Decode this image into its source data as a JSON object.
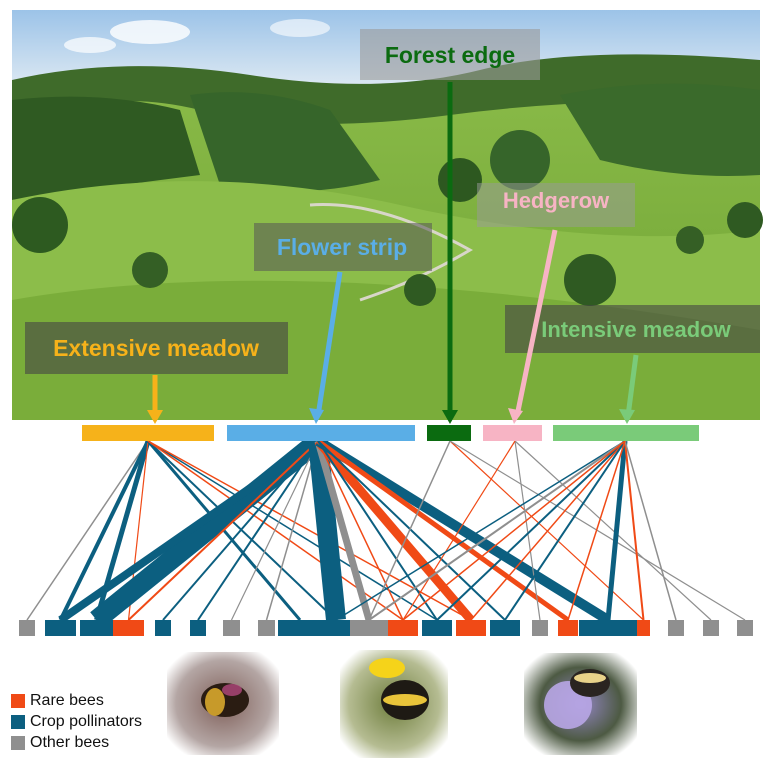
{
  "habitats": [
    {
      "id": "extensive",
      "label": "Extensive meadow",
      "color": "#f6b21a"
    },
    {
      "id": "flower",
      "label": "Flower strip",
      "color": "#5aaee6"
    },
    {
      "id": "forest",
      "label": "Forest edge",
      "color": "#0b6b10"
    },
    {
      "id": "hedge",
      "label": "Hedgerow",
      "color": "#f7b4c4"
    },
    {
      "id": "intensive",
      "label": "Intensive meadow",
      "color": "#7acb79"
    }
  ],
  "legend": [
    {
      "label": "Rare bees",
      "color": "#f04a16"
    },
    {
      "label": "Crop pollinators",
      "color": "#0c5f80"
    },
    {
      "label": "Other bees",
      "color": "#8f8f8f"
    }
  ],
  "bee_groups": [
    "other",
    "crop",
    "crop",
    "rare",
    "crop",
    "crop",
    "other",
    "other",
    "crop",
    "crop",
    "other",
    "rare",
    "crop",
    "rare",
    "crop",
    "other",
    "rare",
    "crop",
    "rare",
    "other",
    "other",
    "other"
  ]
}
